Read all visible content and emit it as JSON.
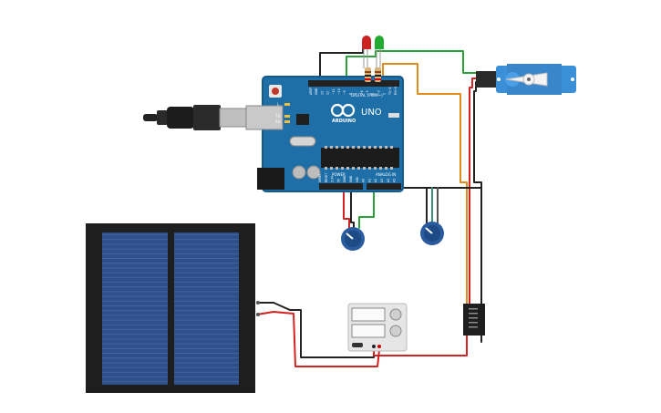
{
  "arduino": {
    "brand": "ARDUINO",
    "model": "UNO",
    "digital_header": "DIGITAL (PWM~)",
    "power_header": "POWER",
    "analog_header": "ANALOG IN",
    "led_labels": [
      "L",
      "TX",
      "RX"
    ],
    "top_pin_labels": [
      "AREF",
      "GND",
      "13",
      "12",
      "~11",
      "~10",
      "~9",
      "8",
      "7",
      "~6",
      "~5",
      "4",
      "~3",
      "2",
      "TX→1",
      "RX←0"
    ],
    "bottom_pin_labels": [
      "IOREF",
      "RESET",
      "3.3V",
      "5V",
      "GND",
      "GND",
      "VIN",
      "A0",
      "A1",
      "A2",
      "A3",
      "A4",
      "A5"
    ]
  },
  "multimeter": {
    "display_top": "",
    "display_bottom": ""
  },
  "components": {
    "led_colors": [
      "#cc2222",
      "#22aa33"
    ],
    "servo_color": "#3b8fd6",
    "board_color": "#1e6fa8"
  },
  "wire_colors": {
    "black": "#222222",
    "red": "#d22222",
    "green": "#2aa13a",
    "orange": "#e28b1a",
    "teal": "#3a8f7a"
  }
}
